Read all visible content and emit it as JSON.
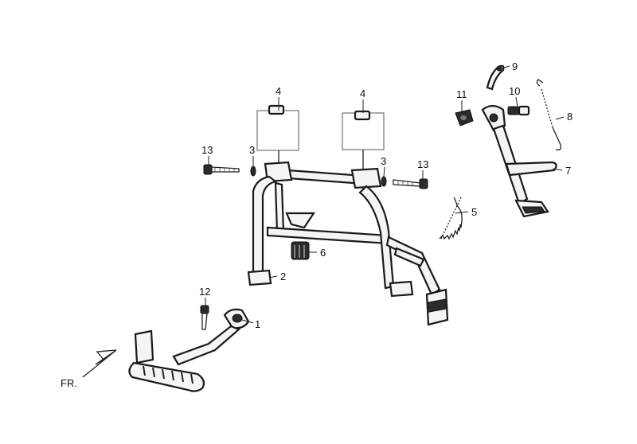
{
  "callouts": {
    "c1": "1",
    "c2": "2",
    "c3a": "3",
    "c3b": "3",
    "c4a": "4",
    "c4b": "4",
    "c5": "5",
    "c6": "6",
    "c7": "7",
    "c8": "8",
    "c9": "9",
    "c10": "10",
    "c11": "11",
    "c12": "12",
    "c13a": "13",
    "c13b": "13"
  },
  "direction_label": "FR."
}
